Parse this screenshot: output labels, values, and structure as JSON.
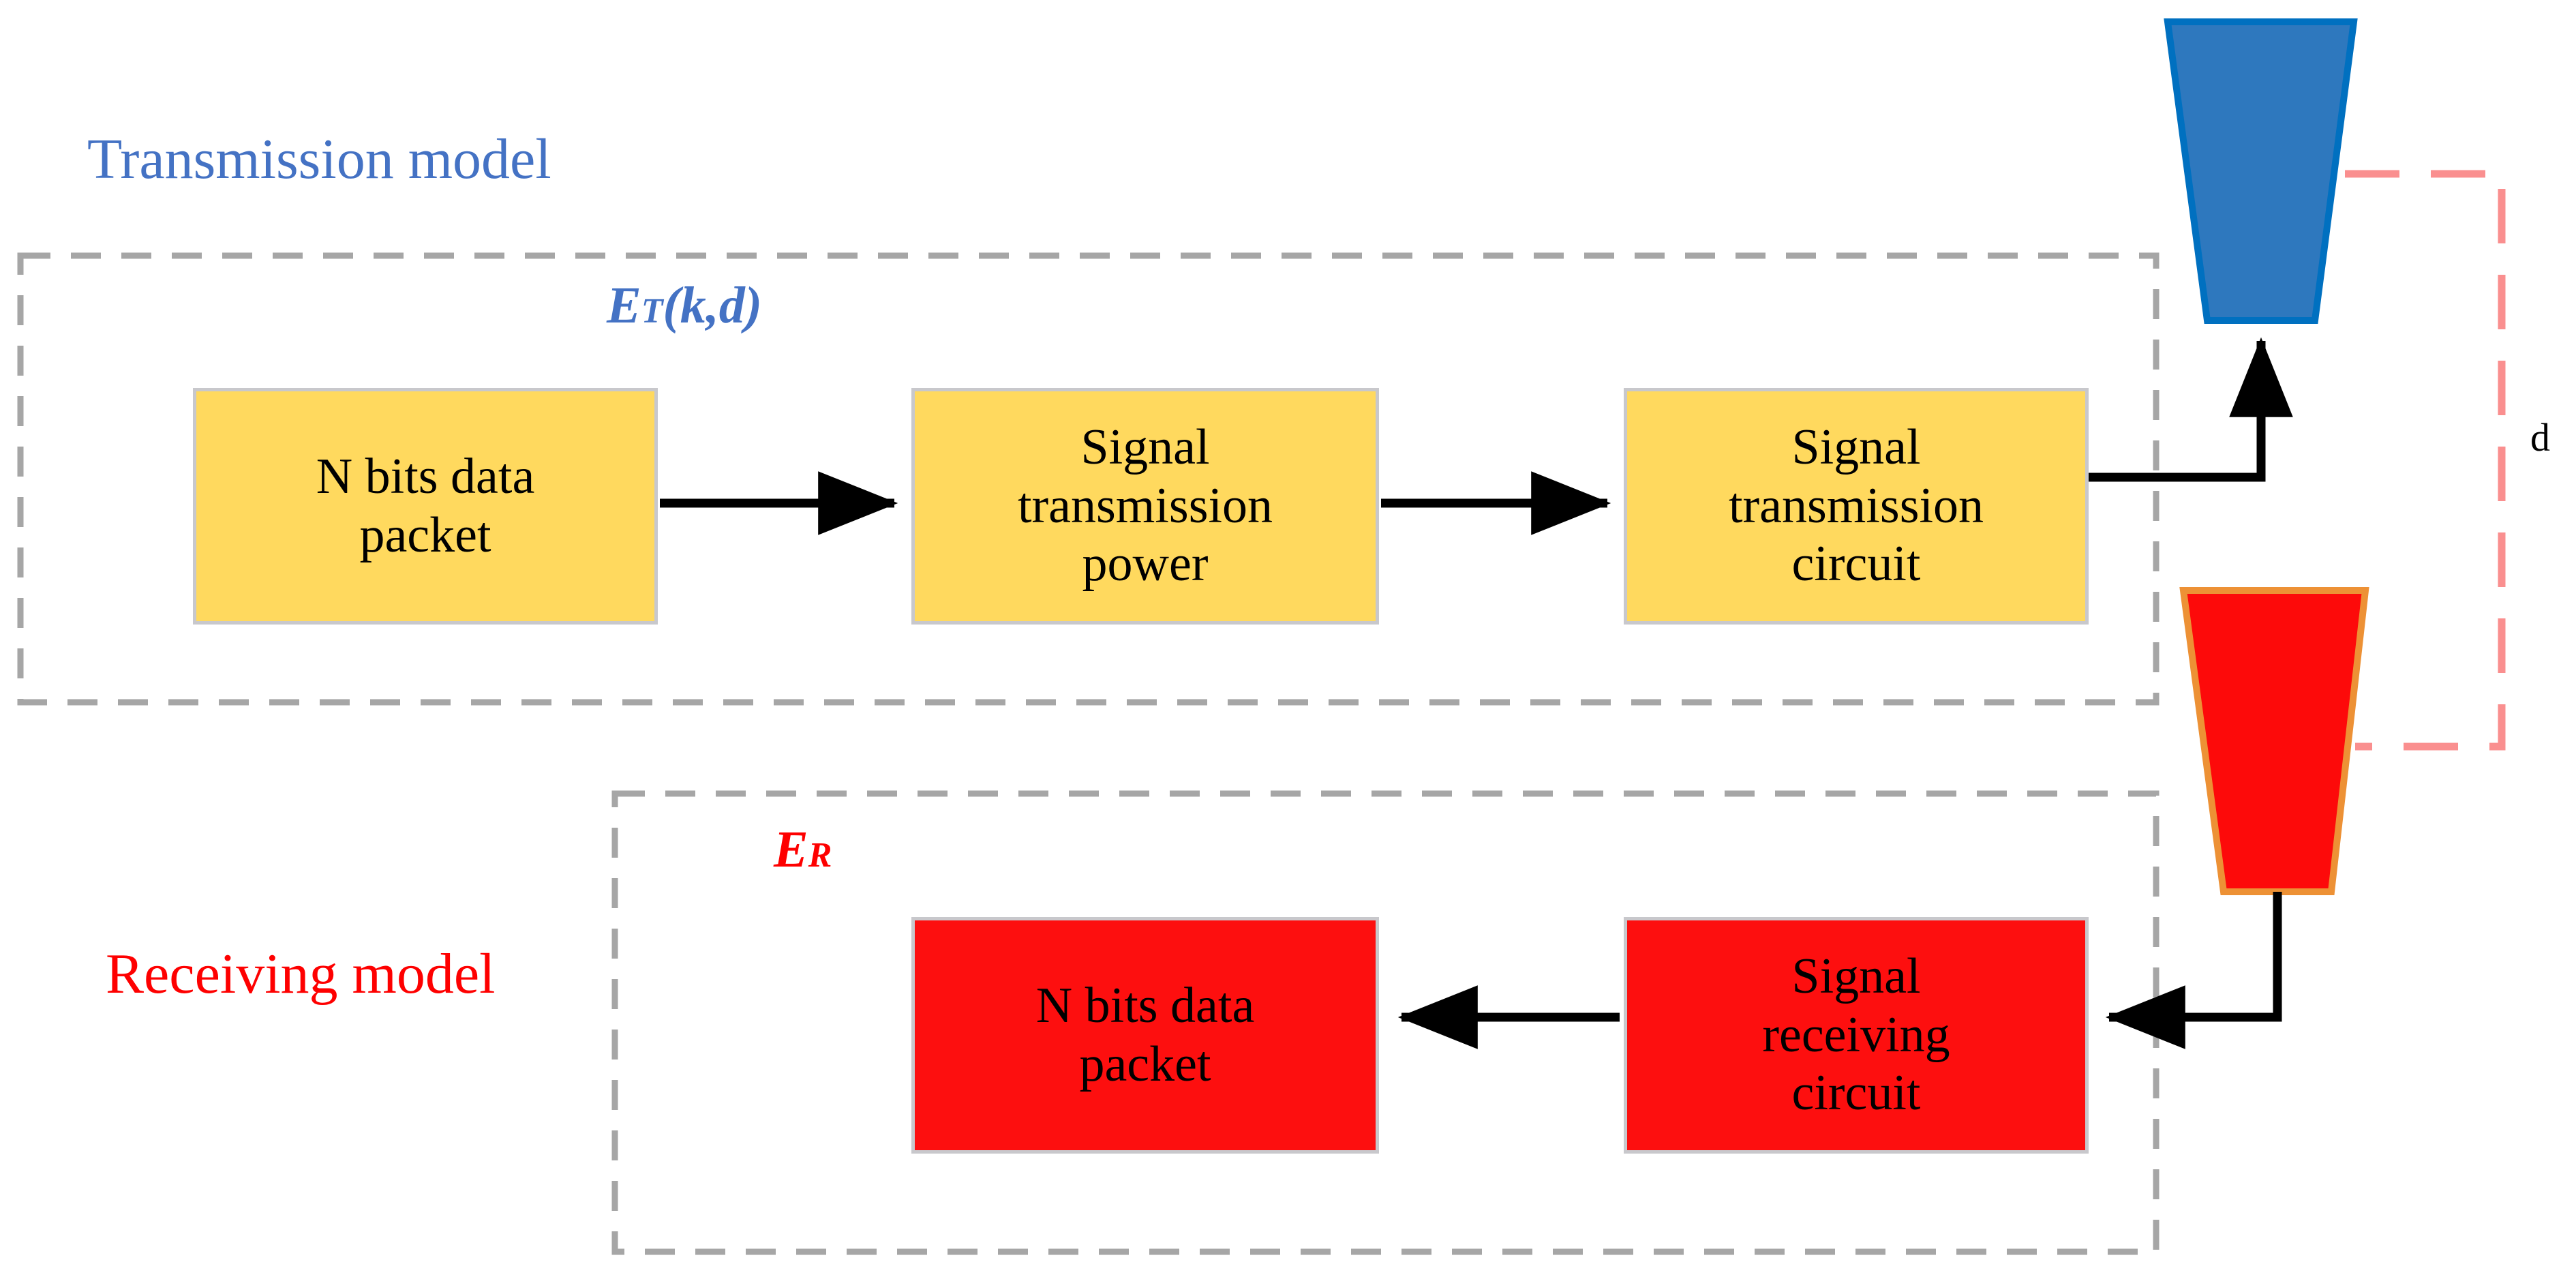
{
  "diagram": {
    "title_transmission": "Transmission model",
    "title_receiving": "Receiving model",
    "energy_transmit_main": "E",
    "energy_transmit_sub": "T",
    "energy_transmit_args": "(k,d)",
    "energy_receive_main": "E",
    "energy_receive_sub": "R",
    "distance_label": "d"
  },
  "transmission_chain": [
    {
      "id": "n-bits-data-packet-tx",
      "line1": "N bits data",
      "line2": "packet",
      "line3": "",
      "color": "#ffd95e"
    },
    {
      "id": "signal-transmission-power",
      "line1": "Signal",
      "line2": "transmission",
      "line3": "power",
      "color": "#ffd95e"
    },
    {
      "id": "signal-transmission-circuit",
      "line1": "Signal",
      "line2": "transmission",
      "line3": "circuit",
      "color": "#ffd95e"
    }
  ],
  "receiving_chain": [
    {
      "id": "n-bits-data-packet-rx",
      "line1": "N bits data",
      "line2": "packet",
      "line3": "",
      "color": "#fd0f0f"
    },
    {
      "id": "signal-receiving-circuit",
      "line1": "Signal",
      "line2": "receiving",
      "line3": "circuit",
      "color": "#fd0f0f"
    }
  ],
  "antennas": {
    "transmit": {
      "name": "transmit-antenna",
      "fill": "#2e78be",
      "stroke": "#0070c0"
    },
    "receive": {
      "name": "receive-antenna",
      "fill": "#fd0a0a",
      "stroke": "#ed9135"
    }
  },
  "colors": {
    "dashed_group_border": "#a6a6a6",
    "distance_dashed": "#fa8f8f",
    "arrow": "#000000",
    "box_border": "#c8c8cc",
    "blue_title": "#4472c4",
    "red_title": "#fe0000"
  }
}
